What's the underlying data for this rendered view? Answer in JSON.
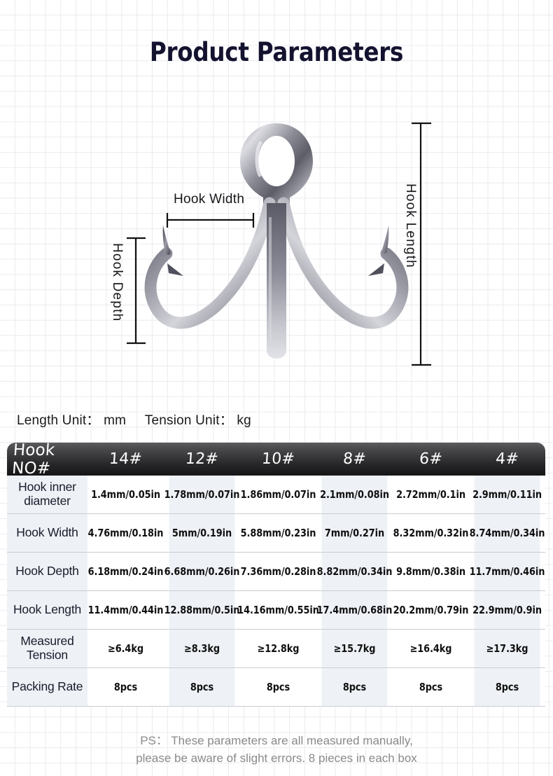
{
  "title": "Product Parameters",
  "diagram": {
    "hook_width_label": "Hook Width",
    "hook_length_label": "Hook Length",
    "hook_depth_label": "Hook Depth",
    "product_alt": "treble-fishing-hook"
  },
  "units": {
    "length_label": "Length Unit：",
    "length_value": "mm",
    "tension_label": "Tension Unit：",
    "tension_value": "kg"
  },
  "table": {
    "header": [
      "Hook NO#",
      "14#",
      "12#",
      "10#",
      "8#",
      "6#",
      "4#"
    ],
    "rows": [
      {
        "label": "Hook inner diameter",
        "values": [
          "1.4mm/0.05in",
          "1.78mm/0.07in",
          "1.86mm/0.07in",
          "2.1mm/0.08in",
          "2.72mm/0.1in",
          "2.9mm/0.11in"
        ]
      },
      {
        "label": "Hook Width",
        "values": [
          "4.76mm/0.18in",
          "5mm/0.19in",
          "5.88mm/0.23in",
          "7mm/0.27in",
          "8.32mm/0.32in",
          "8.74mm/0.34in"
        ]
      },
      {
        "label": "Hook Depth",
        "values": [
          "6.18mm/0.24in",
          "6.68mm/0.26in",
          "7.36mm/0.28in",
          "8.82mm/0.34in",
          "9.8mm/0.38in",
          "11.7mm/0.46in"
        ]
      },
      {
        "label": "Hook Length",
        "values": [
          "11.4mm/0.44in",
          "12.88mm/0.5in",
          "14.16mm/0.55in",
          "17.4mm/0.68in",
          "20.2mm/0.79in",
          "22.9mm/0.9in"
        ]
      },
      {
        "label": "Measured Tension",
        "values": [
          "≥6.4kg",
          "≥8.3kg",
          "≥12.8kg",
          "≥15.7kg",
          "≥16.4kg",
          "≥17.3kg"
        ]
      },
      {
        "label": "Packing Rate",
        "values": [
          "8pcs",
          "8pcs",
          "8pcs",
          "8pcs",
          "8pcs",
          "8pcs"
        ]
      }
    ]
  },
  "footer": {
    "line1": "PS： These parameters are all measured manually,",
    "line2": "please be aware of slight errors.  8 pieces in each box"
  },
  "colors": {
    "title": "#131330",
    "header_dark": "#151516",
    "tint": "#eef1f6",
    "grid": "#ebebf0",
    "footer": "#8a8a8a",
    "metal_light": "#d8d9de",
    "metal_dark": "#4a4a55"
  }
}
